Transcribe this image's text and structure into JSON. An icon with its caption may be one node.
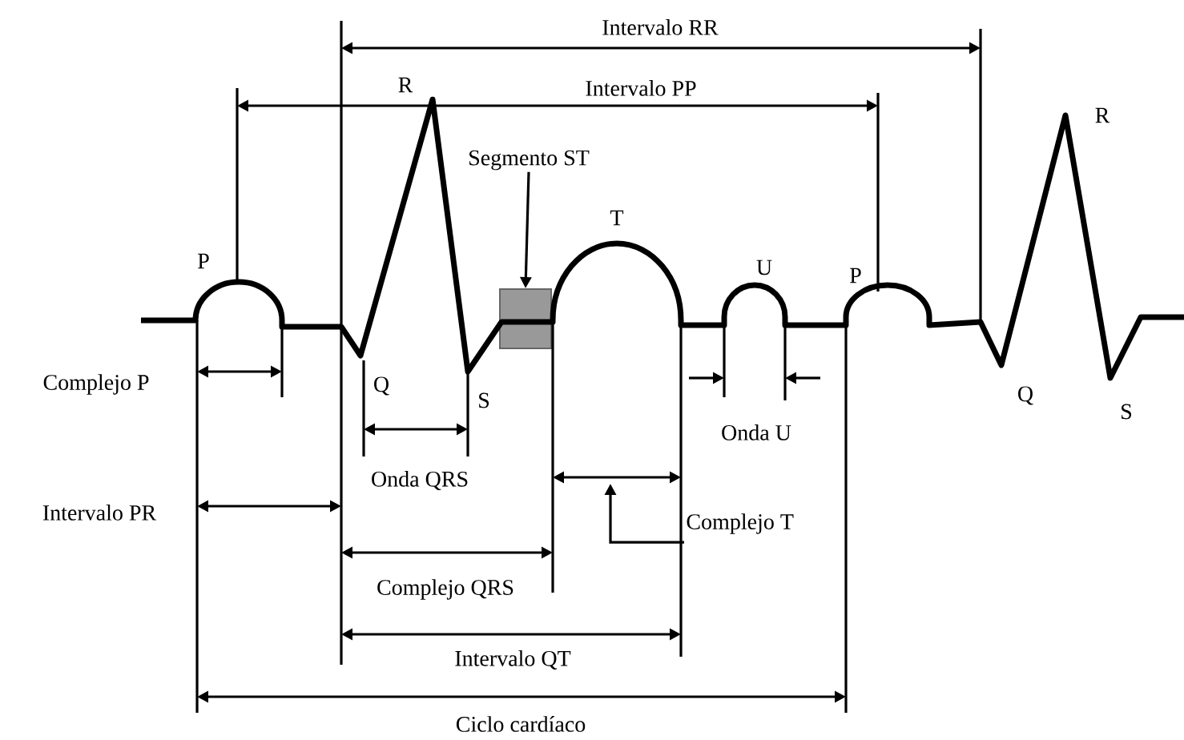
{
  "diagram": {
    "nodes": [
      {
        "text": [
          "Segmento ST"
        ]
      },
      {
        "text": [],
        "shape": "box"
      },
      {
        "text": [
          "Complejo T"
        ]
      }
    ],
    "edges": [
      {
        "from": 0,
        "to": 1,
        "arrow": "to"
      },
      {
        "from": 2,
        "to": null,
        "arrow": "to"
      }
    ],
    "labels": [
      "Intervalo RR",
      "R",
      "Intervalo PP",
      "R",
      "T",
      "P",
      "U",
      "P",
      "Complejo P",
      "Q",
      "S",
      "Q",
      "S",
      "Onda U",
      "Onda QRS",
      "Intervalo PR",
      "Complejo QRS",
      "Intervalo QT",
      "Ciclo cardíaco"
    ]
  }
}
